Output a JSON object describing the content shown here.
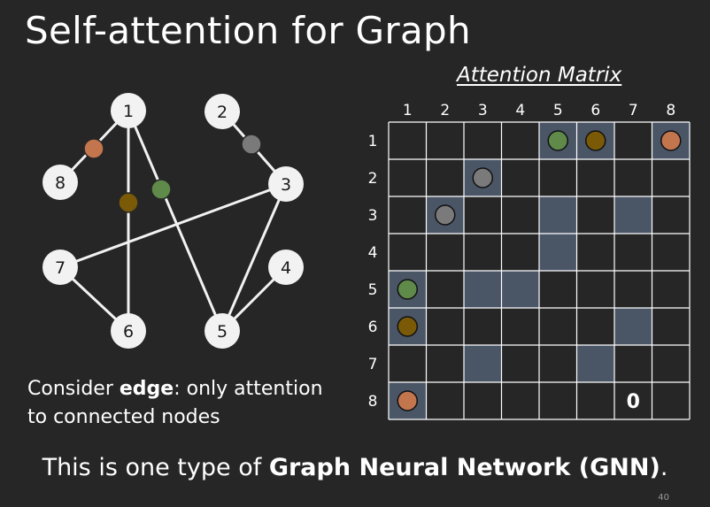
{
  "slide": {
    "title": "Self-attention for Graph",
    "page_number": "40"
  },
  "caption": {
    "prefix": "Consider ",
    "bold": "edge",
    "suffix": ": only attention",
    "line2": "to connected nodes"
  },
  "bottom_note": {
    "prefix": "This is one type of ",
    "bold": "Graph Neural Network (GNN)",
    "suffix": "."
  },
  "graph": {
    "nodes": [
      {
        "id": "1",
        "label": "1"
      },
      {
        "id": "2",
        "label": "2"
      },
      {
        "id": "3",
        "label": "3"
      },
      {
        "id": "4",
        "label": "4"
      },
      {
        "id": "5",
        "label": "5"
      },
      {
        "id": "6",
        "label": "6"
      },
      {
        "id": "7",
        "label": "7"
      },
      {
        "id": "8",
        "label": "8"
      }
    ],
    "edges": [
      {
        "from": "1",
        "to": "8",
        "marker": "orange"
      },
      {
        "from": "1",
        "to": "6",
        "marker": "brown"
      },
      {
        "from": "1",
        "to": "5",
        "marker": "green"
      },
      {
        "from": "2",
        "to": "3",
        "marker": "gray"
      },
      {
        "from": "3",
        "to": "7",
        "marker": null
      },
      {
        "from": "3",
        "to": "5",
        "marker": null
      },
      {
        "from": "4",
        "to": "5",
        "marker": null
      },
      {
        "from": "7",
        "to": "6",
        "marker": null
      }
    ]
  },
  "matrix": {
    "title": "Attention Matrix",
    "col_labels": [
      "1",
      "2",
      "3",
      "4",
      "5",
      "6",
      "7",
      "8"
    ],
    "row_labels": [
      "1",
      "2",
      "3",
      "4",
      "5",
      "6",
      "7",
      "8"
    ],
    "highlighted_cells": [
      [
        1,
        5
      ],
      [
        1,
        6
      ],
      [
        1,
        8
      ],
      [
        2,
        3
      ],
      [
        3,
        2
      ],
      [
        3,
        5
      ],
      [
        3,
        7
      ],
      [
        4,
        5
      ],
      [
        5,
        1
      ],
      [
        5,
        3
      ],
      [
        5,
        4
      ],
      [
        6,
        1
      ],
      [
        6,
        7
      ],
      [
        7,
        3
      ],
      [
        7,
        6
      ],
      [
        8,
        1
      ]
    ],
    "dots": [
      {
        "row": 1,
        "col": 5,
        "color": "green"
      },
      {
        "row": 1,
        "col": 6,
        "color": "brown"
      },
      {
        "row": 1,
        "col": 8,
        "color": "orange"
      },
      {
        "row": 2,
        "col": 3,
        "color": "gray"
      },
      {
        "row": 3,
        "col": 2,
        "color": "gray"
      },
      {
        "row": 5,
        "col": 1,
        "color": "green"
      },
      {
        "row": 6,
        "col": 1,
        "color": "brown"
      },
      {
        "row": 8,
        "col": 1,
        "color": "orange"
      }
    ],
    "zero_cell": {
      "row": 8,
      "col": 7,
      "text": "0"
    }
  },
  "colors": {
    "background": "#262626",
    "highlight": "#4a5566",
    "grid_line": "#ffffff",
    "node_fill": "#f2f2f2",
    "edge": "#f2f2f2",
    "green": "#5f8a4a",
    "brown": "#7a5a06",
    "orange": "#c3754d",
    "gray": "#7a7a7a"
  }
}
